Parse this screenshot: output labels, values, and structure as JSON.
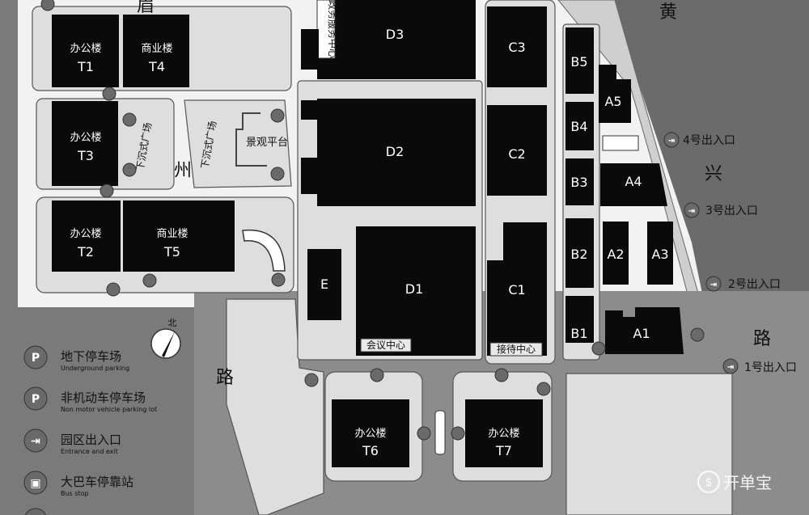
{
  "buildings": {
    "t1": {
      "name": "办公楼",
      "code": "T1"
    },
    "t4": {
      "name": "商业楼",
      "code": "T4"
    },
    "t3": {
      "name": "办公楼",
      "code": "T3"
    },
    "t2": {
      "name": "办公楼",
      "code": "T2"
    },
    "t5": {
      "name": "商业楼",
      "code": "T5"
    },
    "t6": {
      "name": "办公楼",
      "code": "T6"
    },
    "t7": {
      "name": "办公楼",
      "code": "T7"
    },
    "d1": "D1",
    "d2": "D2",
    "d3": "D3",
    "c1": "C1",
    "c2": "C2",
    "c3": "C3",
    "b1": "B1",
    "b2": "B2",
    "b3": "B3",
    "b4": "B4",
    "b5": "B5",
    "a1": "A1",
    "a2": "A2",
    "a3": "A3",
    "a4": "A4",
    "a5": "A5",
    "e": "E"
  },
  "areas": {
    "sunken_plaza_left": "下沉式广场",
    "sunken_plaza_right": "下沉式广场",
    "landscape_platform": "景观平台",
    "conference_center": "会议中心",
    "reception_center": "接待中心",
    "service_center": "政务服务中心"
  },
  "roads": {
    "huang": "黄",
    "xing": "兴",
    "lu_right": "路",
    "zhou": "州",
    "lu_left": "路",
    "top_fragment": "眉"
  },
  "exits": {
    "exit1": "1号出入口",
    "exit2": "2号出入口",
    "exit3": "3号出入口",
    "exit4": "4号出入口"
  },
  "compass": {
    "label": "北"
  },
  "legend": {
    "parking": {
      "zh": "地下停车场",
      "en": "Underground parking"
    },
    "bike": {
      "zh": "非机动车停车场",
      "en": "Non motor vehicle parking lot"
    },
    "entrance": {
      "zh": "园区出入口",
      "en": "Entrance and exit"
    },
    "bus": {
      "zh": "大巴车停靠站",
      "en": "Bus stop"
    }
  },
  "watermark": {
    "brand": "开单宝"
  },
  "colors": {
    "building": "#0a0a0a",
    "lot": "#dedede",
    "background": "#6b6b6b",
    "icon": "#6a6a6a"
  }
}
